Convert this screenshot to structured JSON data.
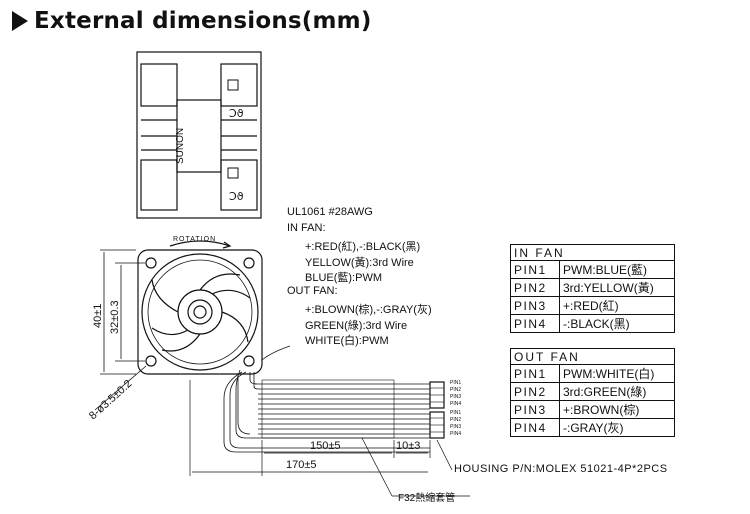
{
  "title": "External dimensions(mm)",
  "side_view": {
    "brand": "SUNON"
  },
  "spec": {
    "wire": "UL1061 #28AWG",
    "in_fan_title": "IN FAN:",
    "in_fan_lines": [
      "+:RED(紅),-:BLACK(黑)",
      "YELLOW(黃):3rd Wire",
      "BLUE(藍):PWM"
    ],
    "out_fan_title": "OUT FAN:",
    "out_fan_lines": [
      "+:BLOWN(棕),-:GRAY(灰)",
      "GREEN(綠):3rd Wire",
      "WHITE(白):PWM"
    ]
  },
  "in_fan_table": {
    "header": "IN FAN",
    "rows": [
      {
        "pin": "PIN1",
        "fn": "PWM:BLUE(藍)"
      },
      {
        "pin": "PIN2",
        "fn": "3rd:YELLOW(黃)"
      },
      {
        "pin": "PIN3",
        "fn": "+:RED(紅)"
      },
      {
        "pin": "PIN4",
        "fn": "-:BLACK(黑)"
      }
    ]
  },
  "out_fan_table": {
    "header": "OUT FAN",
    "rows": [
      {
        "pin": "PIN1",
        "fn": "PWM:WHITE(白)"
      },
      {
        "pin": "PIN2",
        "fn": "3rd:GREEN(綠)"
      },
      {
        "pin": "PIN3",
        "fn": "+:BROWN(棕)"
      },
      {
        "pin": "PIN4",
        "fn": "-:GRAY(灰)"
      }
    ]
  },
  "dimensions": {
    "rotation": "ROTATION",
    "height_outer": "40±1",
    "height_inner": "32±0.3",
    "hole": "8-ø3.5±0.2",
    "length_150": "150±5",
    "length_10": "10±3",
    "length_170": "170±5"
  },
  "connector_pins": [
    "PIN1",
    "PIN2",
    "PIN3",
    "PIN4",
    "PIN1",
    "PIN2",
    "PIN3",
    "PIN4"
  ],
  "housing": "HOUSING P/N:MOLEX 51021-4P*2PCS",
  "sleeve": "F32熱縮套管"
}
